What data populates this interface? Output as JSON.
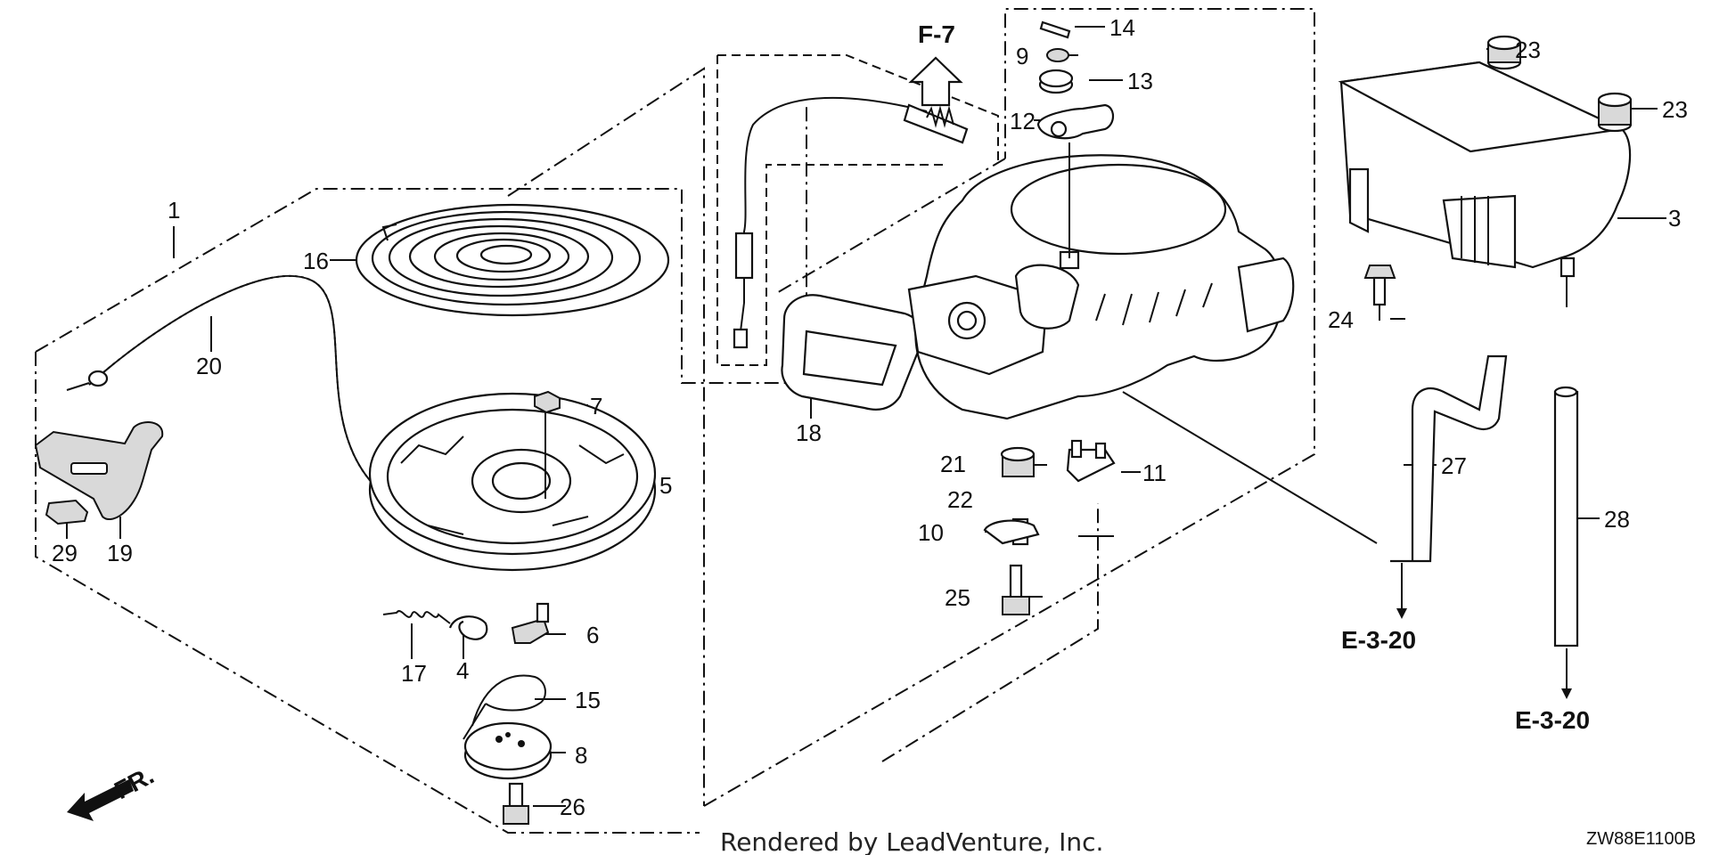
{
  "parts": [
    {
      "id": "part-1",
      "label": "1"
    },
    {
      "id": "part-3",
      "label": "3"
    },
    {
      "id": "part-4",
      "label": "4"
    },
    {
      "id": "part-5",
      "label": "5"
    },
    {
      "id": "part-6",
      "label": "6"
    },
    {
      "id": "part-7",
      "label": "7"
    },
    {
      "id": "part-8",
      "label": "8"
    },
    {
      "id": "part-9",
      "label": "9"
    },
    {
      "id": "part-10",
      "label": "10"
    },
    {
      "id": "part-11",
      "label": "11"
    },
    {
      "id": "part-12",
      "label": "12"
    },
    {
      "id": "part-13",
      "label": "13"
    },
    {
      "id": "part-14",
      "label": "14"
    },
    {
      "id": "part-15",
      "label": "15"
    },
    {
      "id": "part-16",
      "label": "16"
    },
    {
      "id": "part-17",
      "label": "17"
    },
    {
      "id": "part-18",
      "label": "18"
    },
    {
      "id": "part-19",
      "label": "19"
    },
    {
      "id": "part-20",
      "label": "20"
    },
    {
      "id": "part-21",
      "label": "21"
    },
    {
      "id": "part-22",
      "label": "22"
    },
    {
      "id": "part-23a",
      "label": "23"
    },
    {
      "id": "part-23b",
      "label": "23"
    },
    {
      "id": "part-24",
      "label": "24"
    },
    {
      "id": "part-25",
      "label": "25"
    },
    {
      "id": "part-26",
      "label": "26"
    },
    {
      "id": "part-27",
      "label": "27"
    },
    {
      "id": "part-28",
      "label": "28"
    },
    {
      "id": "part-29",
      "label": "29"
    }
  ],
  "references": {
    "top": "F-7",
    "hose_27": "E-3-20",
    "hose_28": "E-3-20"
  },
  "front_marker": "FR.",
  "footer": "Rendered by LeadVenture, Inc.",
  "diagram_code": "ZW88E1100B"
}
